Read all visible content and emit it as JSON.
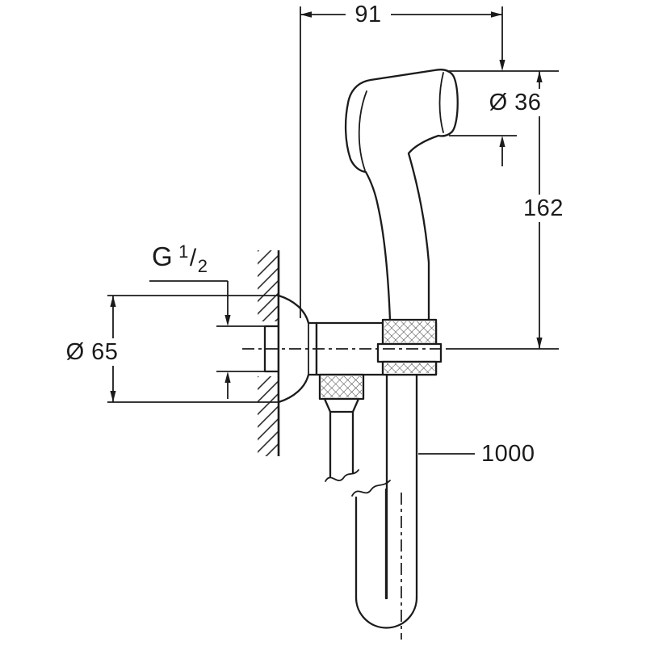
{
  "drawing": {
    "type": "dimensional-technical-drawing",
    "subject": "hand shower with wall holder, angle valve and hose"
  },
  "colors": {
    "line": "#1b1b1b",
    "background": "#ffffff"
  },
  "labels": {
    "width": "91",
    "head_diameter": "Ø 36",
    "height": "162",
    "flange_diameter": "Ø 65",
    "hose_length": "1000",
    "thread_g": "G",
    "thread_num": "1",
    "thread_slash": "/",
    "thread_den": "2"
  }
}
